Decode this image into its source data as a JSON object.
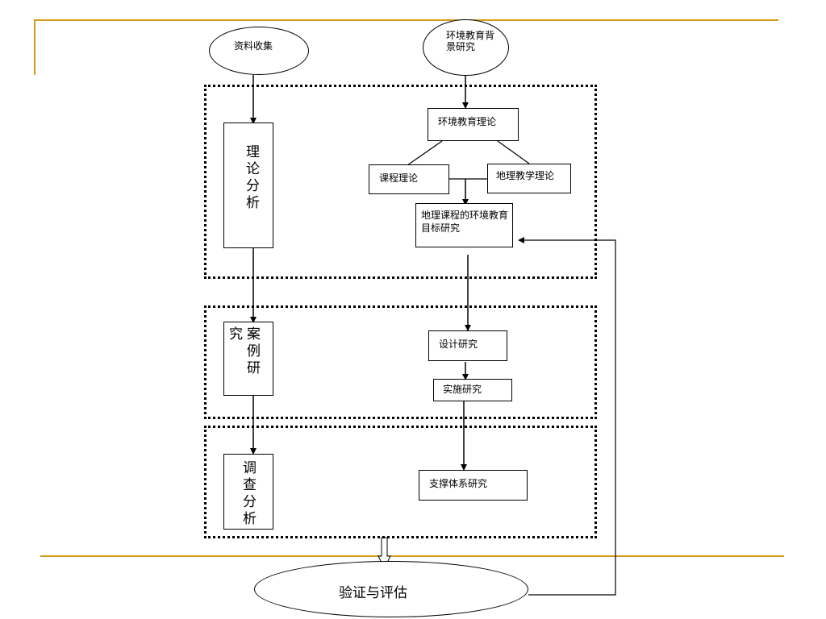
{
  "colors": {
    "accent_line": "#d49a1a",
    "ink": "#000000"
  },
  "nodes": {
    "data_collection": "资料收集",
    "env_background": "环境教育背景研究",
    "theory_analysis": "理论分析",
    "env_theory": "环境教育理论",
    "curriculum_theory": "课程理论",
    "geo_teaching_theory": "地理教学理论",
    "geo_goals": "地理课程的环境教育目标研究",
    "case_study": "案例研究",
    "design_research": "设计研究",
    "implementation_research": "实施研究",
    "survey_analysis": "调查分析",
    "support_system": "支撑体系研究",
    "validation": "验证与评估"
  },
  "glyphs": {
    "theory_analysis": [
      "理",
      "论",
      "分",
      "析"
    ],
    "case_side": "究",
    "case_main": [
      "案",
      "例",
      "研"
    ],
    "survey_analysis": [
      "调",
      "查",
      "分",
      "析"
    ]
  }
}
